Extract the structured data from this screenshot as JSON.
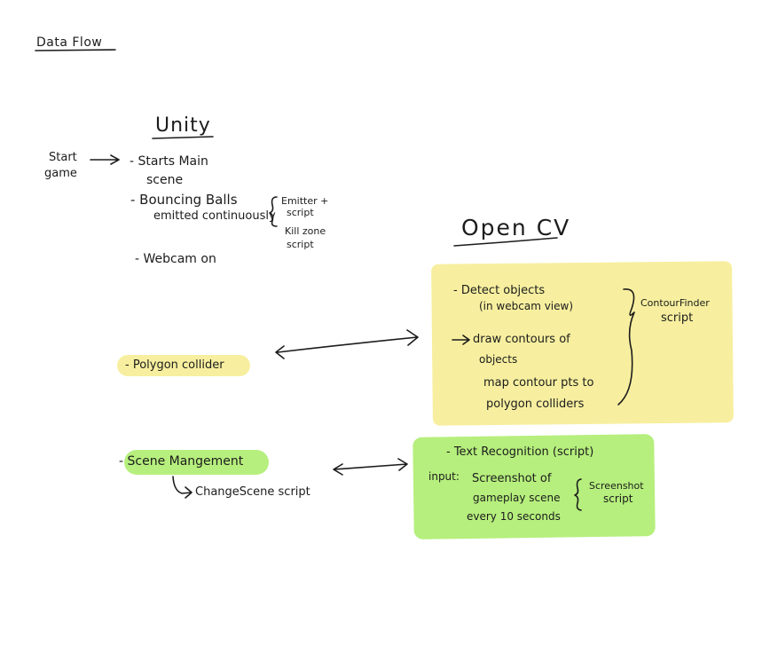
{
  "title": "Data Flow",
  "unity": {
    "heading": "Unity",
    "start": [
      "Start",
      "game"
    ],
    "items": [
      "- Starts Main",
      "scene",
      "- Bouncing Balls",
      "emitted continuously",
      "- Webcam on"
    ],
    "emitter_note": [
      "Emitter +",
      "script",
      "Kill zone",
      "script"
    ],
    "polygon_collider": "- Polygon collider",
    "scene_management": "- Scene Mangement",
    "change_scene": "ChangeScene script"
  },
  "opencv": {
    "heading": "Open CV",
    "contour_lines": [
      "- Detect objects",
      "(in webcam view)",
      "draw contours of",
      "objects",
      "map contour pts to",
      "polygon colliders"
    ],
    "contour_note": [
      "ContourFinder",
      "script"
    ],
    "text_recognition": "- Text Recognition (script)",
    "input_label": "input:",
    "input_lines": [
      "Screenshot of",
      "gameplay scene",
      "every 10 seconds"
    ],
    "screenshot_note": [
      "Screenshot",
      "script"
    ]
  },
  "colors": {
    "yellow_highlight": "#f7ef9f",
    "green_highlight": "#b6ef7d",
    "ink": "#1c1c1c"
  }
}
